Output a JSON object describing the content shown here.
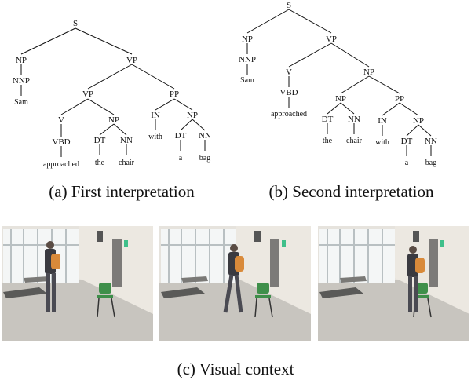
{
  "trees": [
    {
      "caption": "(a) First interpretation",
      "nodes": {
        "s": "S",
        "np": "NP",
        "nnp": "NNP",
        "sam": "Sam",
        "vp": "VP",
        "vp2": "VP",
        "pp": "PP",
        "v": "V",
        "vbd": "VBD",
        "approached": "approached",
        "np2": "NP",
        "dt": "DT",
        "the": "the",
        "nn": "NN",
        "chair": "chair",
        "in": "IN",
        "with": "with",
        "np3": "NP",
        "dt2": "DT",
        "a": "a",
        "nn2": "NN",
        "bag": "bag"
      }
    },
    {
      "caption": "(b) Second interpretation",
      "nodes": {
        "s": "S",
        "np": "NP",
        "nnp": "NNP",
        "sam": "Sam",
        "vp": "VP",
        "v": "V",
        "vbd": "VBD",
        "approached": "approached",
        "np2": "NP",
        "np3": "NP",
        "pp": "PP",
        "dt": "DT",
        "the": "the",
        "nn": "NN",
        "chair": "chair",
        "in": "IN",
        "with": "with",
        "np4": "NP",
        "dt2": "DT",
        "a": "a",
        "nn2": "NN",
        "bag": "bag"
      }
    }
  ],
  "visual_context": {
    "caption": "(c) Visual context"
  },
  "colors": {
    "wall": "#e8e4de",
    "floor": "#c9c6c0",
    "backpack": "#d98a3a",
    "chair": "#3f8f4a",
    "person": "#3a3a40"
  }
}
